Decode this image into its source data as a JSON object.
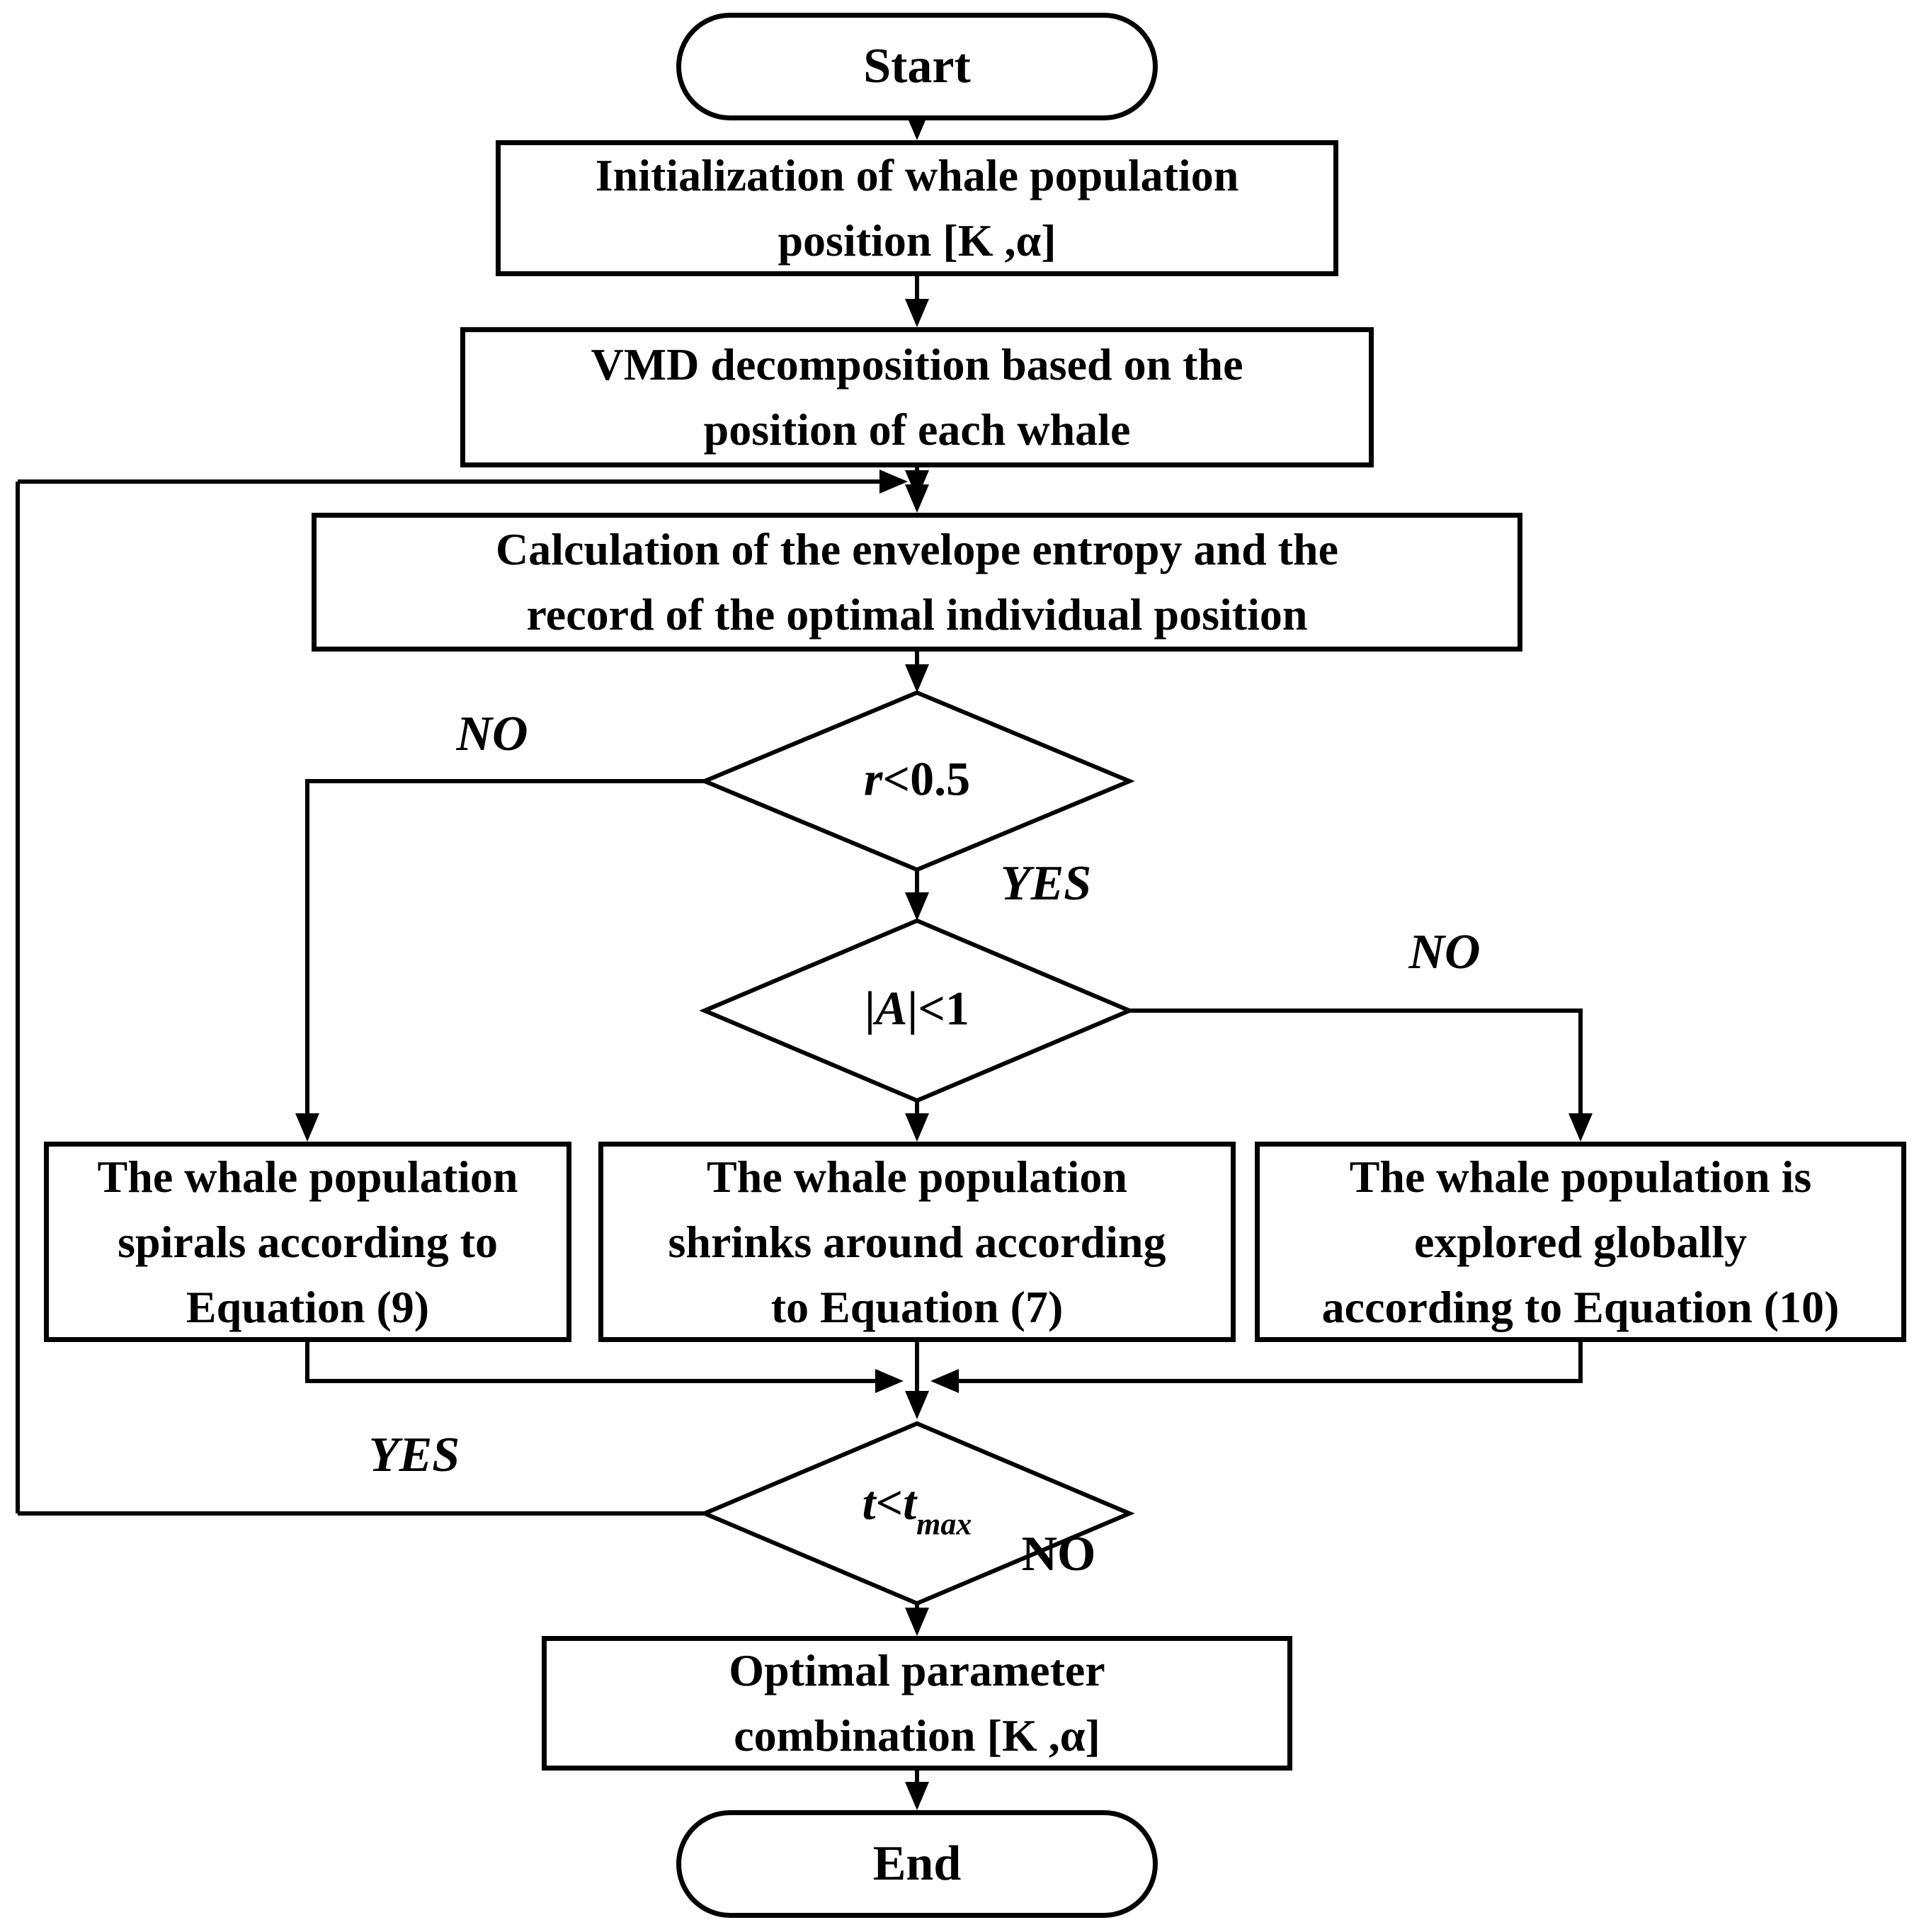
{
  "figure": {
    "type": "flowchart"
  },
  "nodes": {
    "start": {
      "label": "Start"
    },
    "init": {
      "lines": [
        "Initialization of whale population",
        "position [K ,α]"
      ]
    },
    "vmd": {
      "lines": [
        "VMD decomposition based on the",
        "position of each whale"
      ]
    },
    "calc": {
      "lines": [
        "Calculation of the envelope entropy and the",
        "record of the optimal individual position"
      ]
    },
    "d1": {
      "var": "r",
      "cond": "<0.5"
    },
    "d2": {
      "pre": "|",
      "var": "A",
      "post": "|<1"
    },
    "d3": {
      "t1": "t",
      "op": "<",
      "t2": "t",
      "sub": "max"
    },
    "spiral": {
      "lines": [
        "The whale population",
        "spirals according to",
        "Equation (9)"
      ]
    },
    "shrink": {
      "lines": [
        "The whale population",
        "shrinks around according",
        "to Equation (7)"
      ]
    },
    "explore": {
      "lines": [
        "The whale population is",
        "explored globally",
        "according to Equation (10)"
      ]
    },
    "optimal": {
      "lines": [
        "Optimal parameter",
        "combination [K ,α]"
      ]
    },
    "end": {
      "label": "End"
    }
  },
  "labels": {
    "no": "NO",
    "yes": "YES"
  },
  "colors": {
    "line": "#000000",
    "background": "#ffffff",
    "text": "#000000"
  }
}
